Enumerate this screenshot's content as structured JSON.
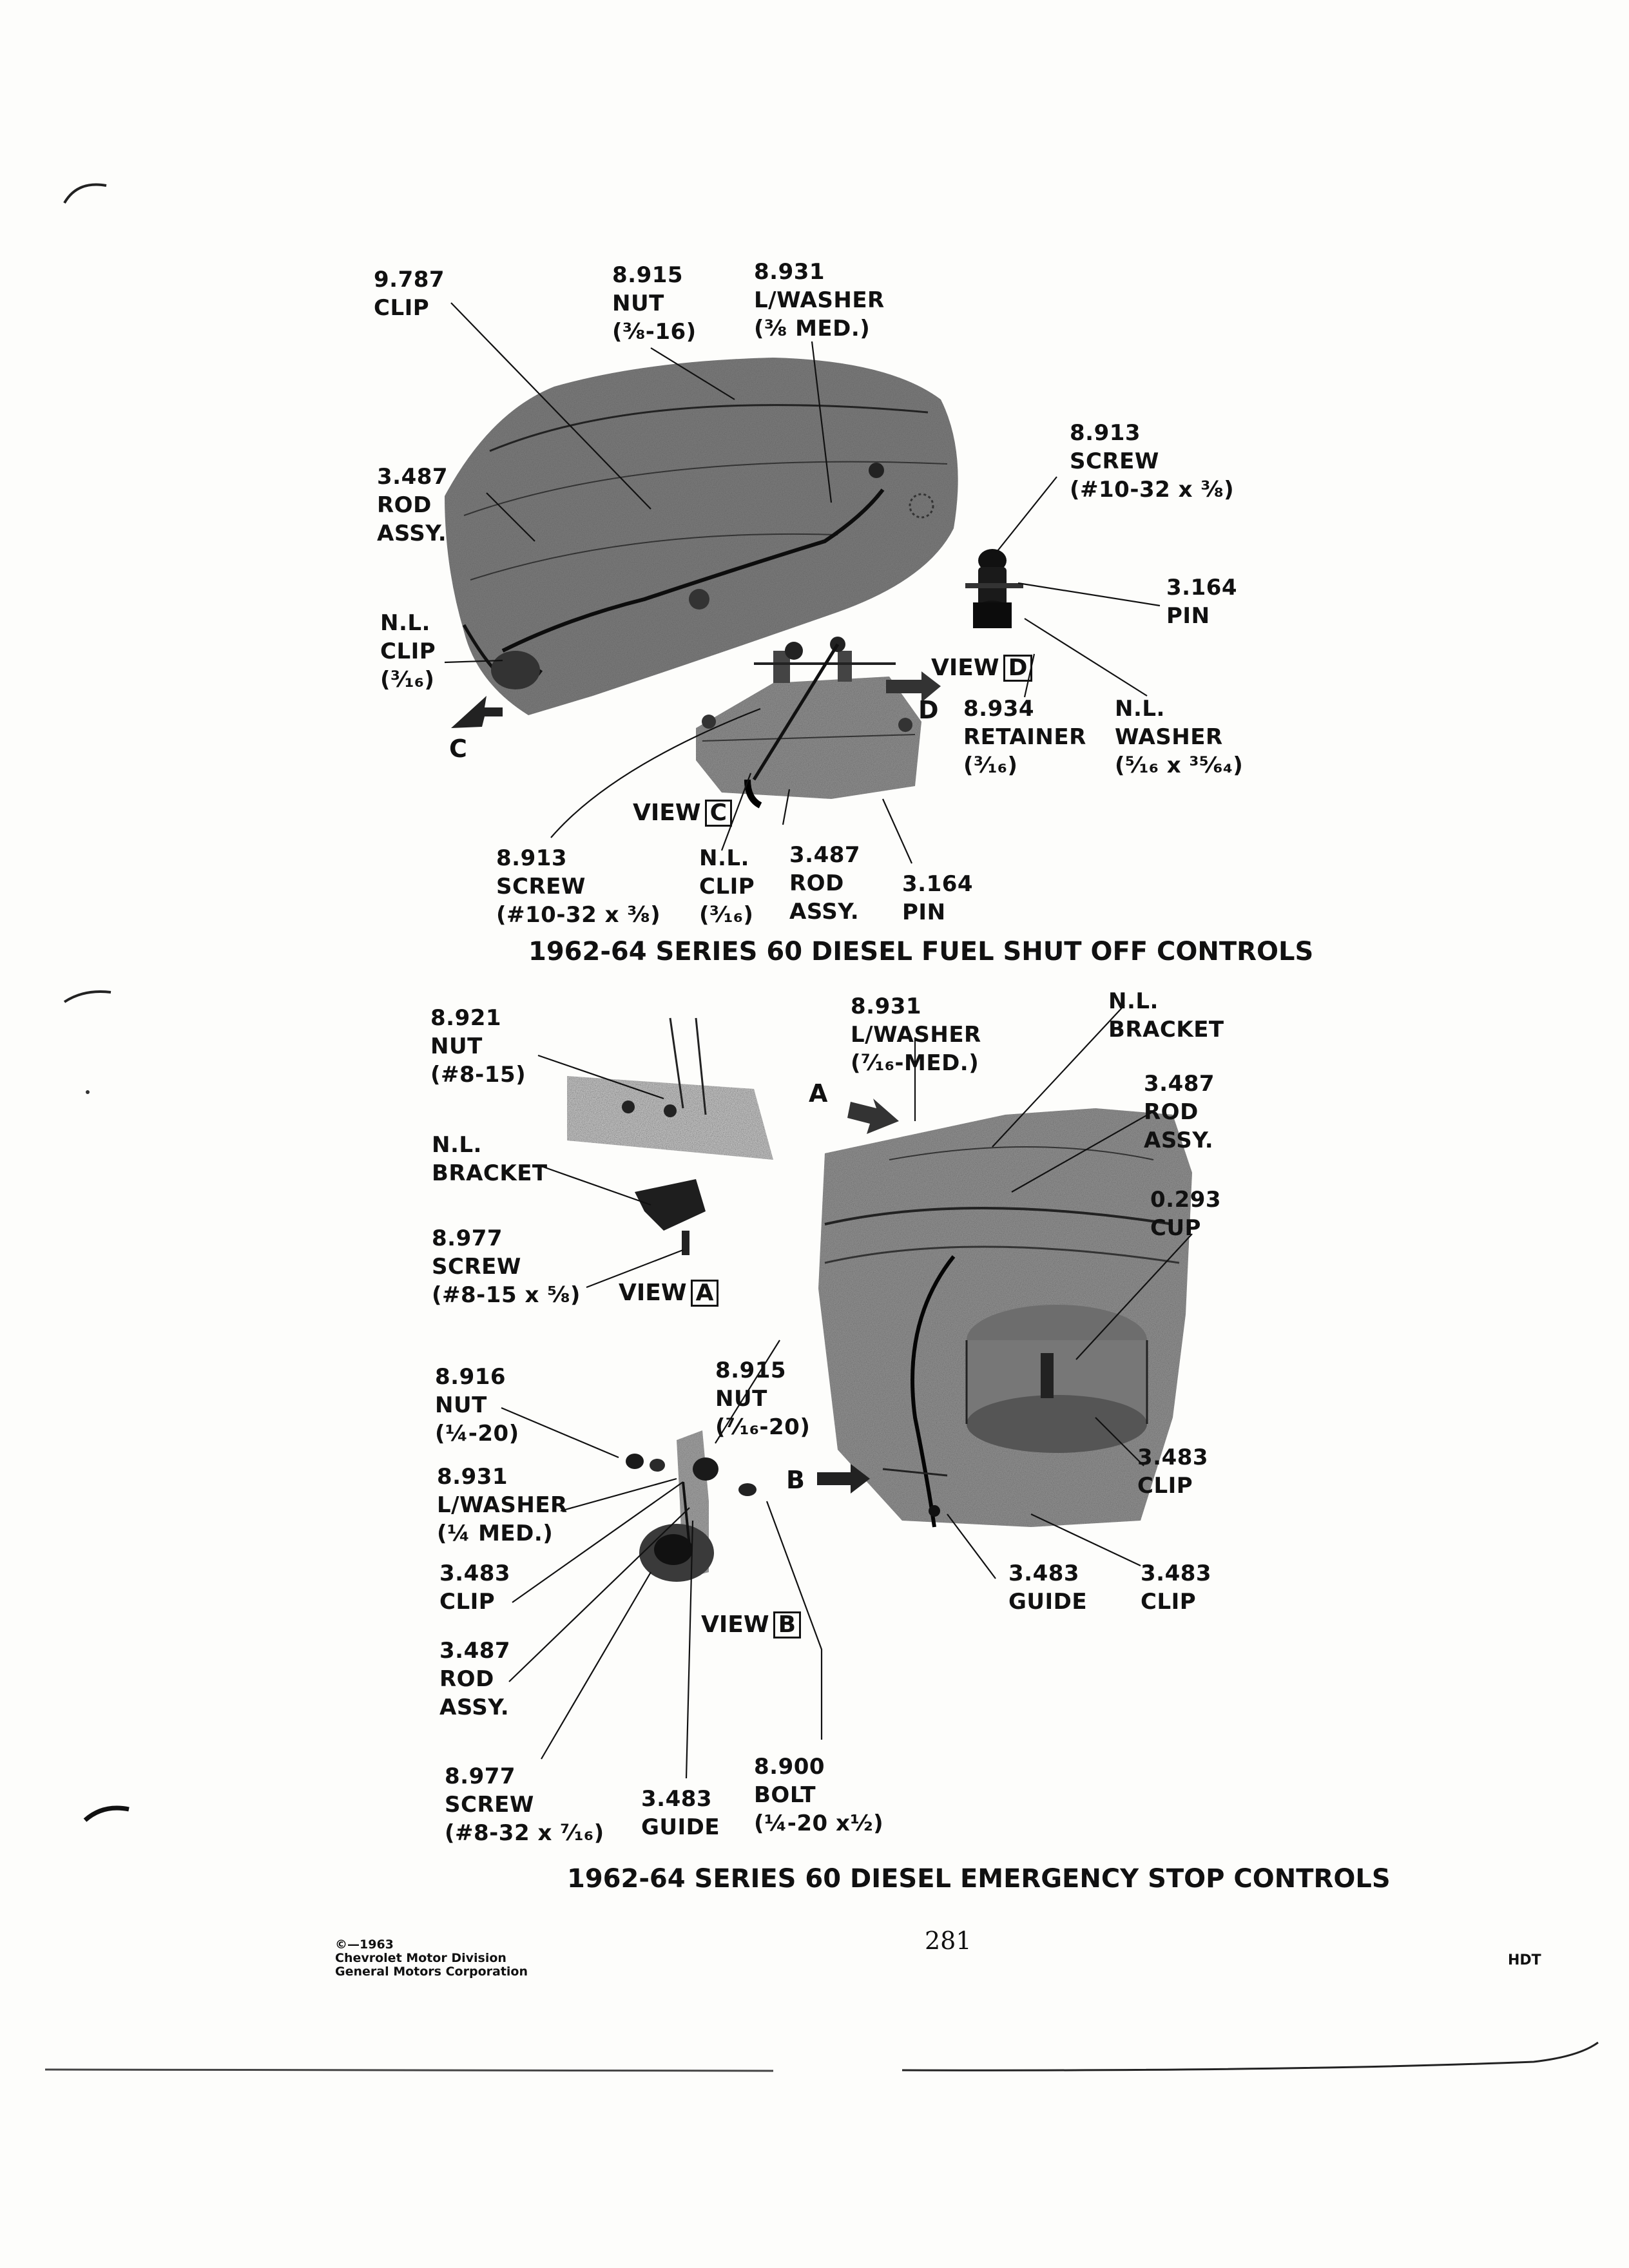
{
  "top_diagram": {
    "title": "1962-64 SERIES 60 DIESEL FUEL SHUT OFF CONTROLS",
    "labels": {
      "clip_9787": [
        "9.787",
        "CLIP"
      ],
      "nut_8915": [
        "8.915",
        "NUT",
        "(⅜-16)"
      ],
      "lwasher_8931": [
        "8.931",
        "L/WASHER",
        "(⅜ MED.)"
      ],
      "screw_8913_d": [
        "8.913",
        "SCREW",
        "(#10-32 x ⅜)"
      ],
      "rod_3487": [
        "3.487",
        "ROD",
        "ASSY."
      ],
      "pin_3164_d": [
        "3.164",
        "PIN"
      ],
      "nl_clip": [
        "N.L.",
        "CLIP",
        "(³⁄₁₆)"
      ],
      "retainer_8934": [
        "8.934",
        "RETAINER",
        "(³⁄₁₆)"
      ],
      "nl_washer": [
        "N.L.",
        "WASHER",
        "(⁵⁄₁₆ x ³⁵⁄₆₄)"
      ],
      "screw_8913_c": [
        "8.913",
        "SCREW",
        "(#10-32 x ⅜)"
      ],
      "nl_clip_c": [
        "N.L.",
        "CLIP",
        "(³⁄₁₆)"
      ],
      "rod_3487_c": [
        "3.487",
        "ROD",
        "ASSY."
      ],
      "pin_3164_c": [
        "3.164",
        "PIN"
      ]
    },
    "view_c": {
      "word": "VIEW",
      "letter": "C"
    },
    "view_d": {
      "word": "VIEW",
      "letter": "D"
    },
    "arrow_c": "C",
    "arrow_d": "D"
  },
  "bottom_diagram": {
    "title": "1962-64 SERIES 60 DIESEL EMERGENCY STOP CONTROLS",
    "labels": {
      "nut_8921": [
        "8.921",
        "NUT",
        "(#8-15)"
      ],
      "lwasher_8931_top": [
        "8.931",
        "L/WASHER",
        "(⁷⁄₁₆-MED.)"
      ],
      "nl_bracket_top": [
        "N.L.",
        "BRACKET"
      ],
      "rod_3487_top": [
        "3.487",
        "ROD",
        "ASSY."
      ],
      "nl_bracket_a": [
        "N.L.",
        "BRACKET"
      ],
      "cup_0293": [
        "0.293",
        "CUP"
      ],
      "screw_8977_a": [
        "8.977",
        "SCREW",
        "(#8-15 x ⅝)"
      ],
      "nut_8916": [
        "8.916",
        "NUT",
        "(¼-20)"
      ],
      "nut_8915_b": [
        "8.915",
        "NUT",
        "(⁷⁄₁₆-20)"
      ],
      "lwasher_8931_b": [
        "8.931",
        "L/WASHER",
        "(¼ MED.)"
      ],
      "clip_3483_r1": [
        "3.483",
        "CLIP"
      ],
      "clip_3483_b": [
        "3.483",
        "CLIP"
      ],
      "guide_3483_r": [
        "3.483",
        "GUIDE"
      ],
      "clip_3483_r2": [
        "3.483",
        "CLIP"
      ],
      "rod_3487_b": [
        "3.487",
        "ROD",
        "ASSY."
      ],
      "screw_8977_b": [
        "8.977",
        "SCREW",
        "(#8-32 x ⁷⁄₁₆)"
      ],
      "guide_3483_b": [
        "3.483",
        "GUIDE"
      ],
      "bolt_8900": [
        "8.900",
        "BOLT",
        "(¼-20 x½)"
      ]
    },
    "view_a": {
      "word": "VIEW",
      "letter": "A"
    },
    "view_b": {
      "word": "VIEW",
      "letter": "B"
    },
    "arrow_a": "A",
    "arrow_b": "B"
  },
  "footer": {
    "copyright": [
      "©—1963",
      "Chevrolet Motor Division",
      "General Motors Corporation"
    ],
    "page_number": "281",
    "code": "HDT"
  }
}
